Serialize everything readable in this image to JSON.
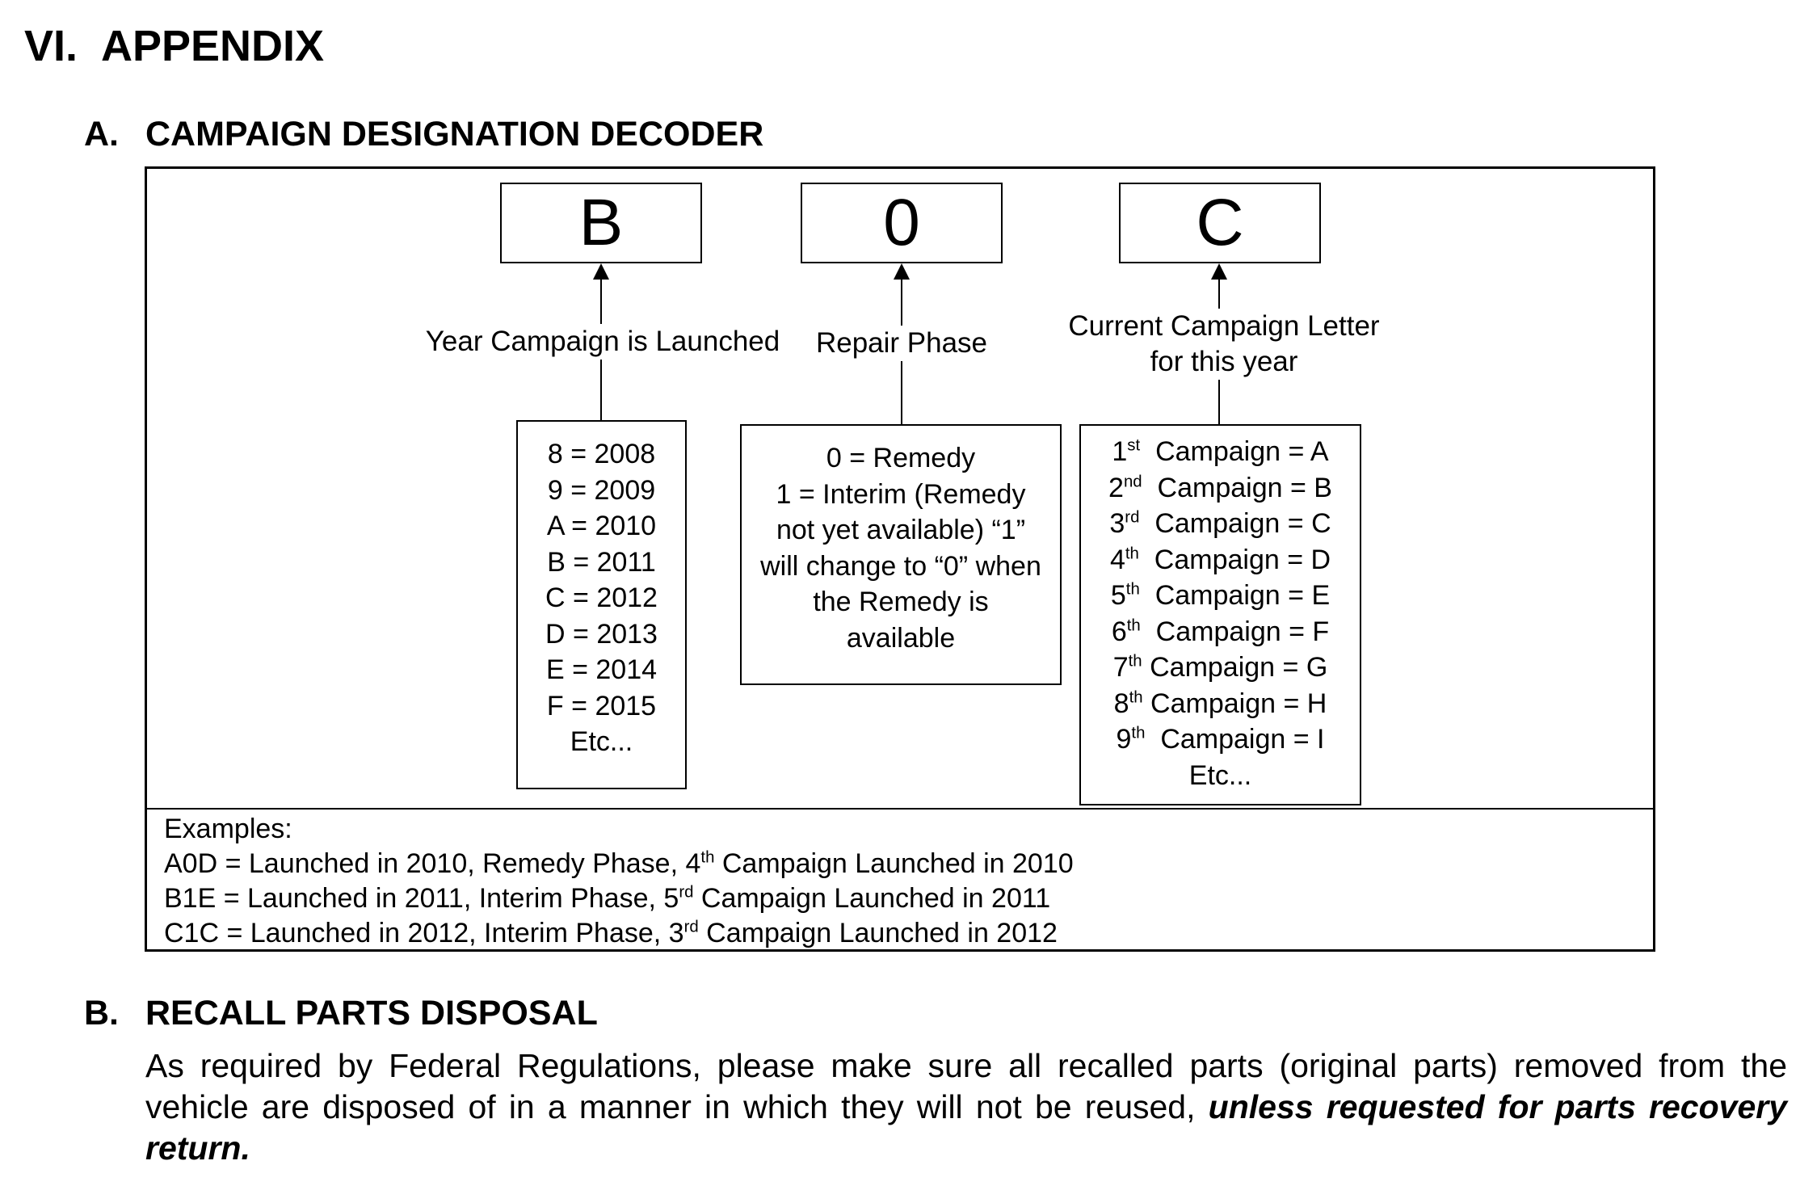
{
  "section_vi": {
    "number": "VI.",
    "title": "APPENDIX"
  },
  "section_a": {
    "number": "A.",
    "title": "CAMPAIGN DESIGNATION DECODER"
  },
  "decoder": {
    "codes": [
      "B",
      "0",
      "C"
    ],
    "labels": {
      "year": "Year Campaign is Launched",
      "phase": "Repair Phase",
      "letter_line1": "Current Campaign Letter",
      "letter_line2": "for this year"
    },
    "year_map": [
      "8 = 2008",
      "9 = 2009",
      "A = 2010",
      "B = 2011",
      "C = 2012",
      "D = 2013",
      "E = 2014",
      "F = 2015",
      "Etc..."
    ],
    "phase_lines": [
      "0 = Remedy",
      "1 = Interim (Remedy",
      "not yet available) “1”",
      "will change to “0” when",
      "the Remedy is",
      "available"
    ],
    "campaign_map": [
      {
        "n": "1",
        "sup": "st",
        "text": "Campaign = A"
      },
      {
        "n": "2",
        "sup": "nd",
        "text": "Campaign = B"
      },
      {
        "n": "3",
        "sup": "rd",
        "text": "Campaign = C"
      },
      {
        "n": "4",
        "sup": "th",
        "text": "Campaign = D"
      },
      {
        "n": "5",
        "sup": "th",
        "text": "Campaign = E"
      },
      {
        "n": "6",
        "sup": "th",
        "text": "Campaign = F"
      },
      {
        "n": "7",
        "sup": "th",
        "text": "Campaign = G"
      },
      {
        "n": "8",
        "sup": "th",
        "text": "Campaign = H"
      },
      {
        "n": "9",
        "sup": "th",
        "text": "Campaign = I"
      }
    ],
    "campaign_etc": "Etc..."
  },
  "examples": {
    "heading": "Examples:",
    "items": [
      {
        "before": "A0D = Launched in 2010, Remedy Phase, 4",
        "sup": "th",
        "after": " Campaign Launched in 2010"
      },
      {
        "before": "B1E = Launched in 2011, Interim Phase, 5",
        "sup": "rd",
        "after": " Campaign Launched in 2011"
      },
      {
        "before": "C1C = Launched in 2012, Interim Phase, 3",
        "sup": "rd",
        "after": " Campaign Launched in 2012"
      }
    ]
  },
  "section_b": {
    "number": "B.",
    "title": "RECALL PARTS DISPOSAL",
    "body": "As required by Federal Regulations, please make sure all recalled parts (original parts) removed from the vehicle are disposed of in a manner in which they will not be reused, ",
    "body_emphasis": "unless requested for parts recovery return."
  }
}
